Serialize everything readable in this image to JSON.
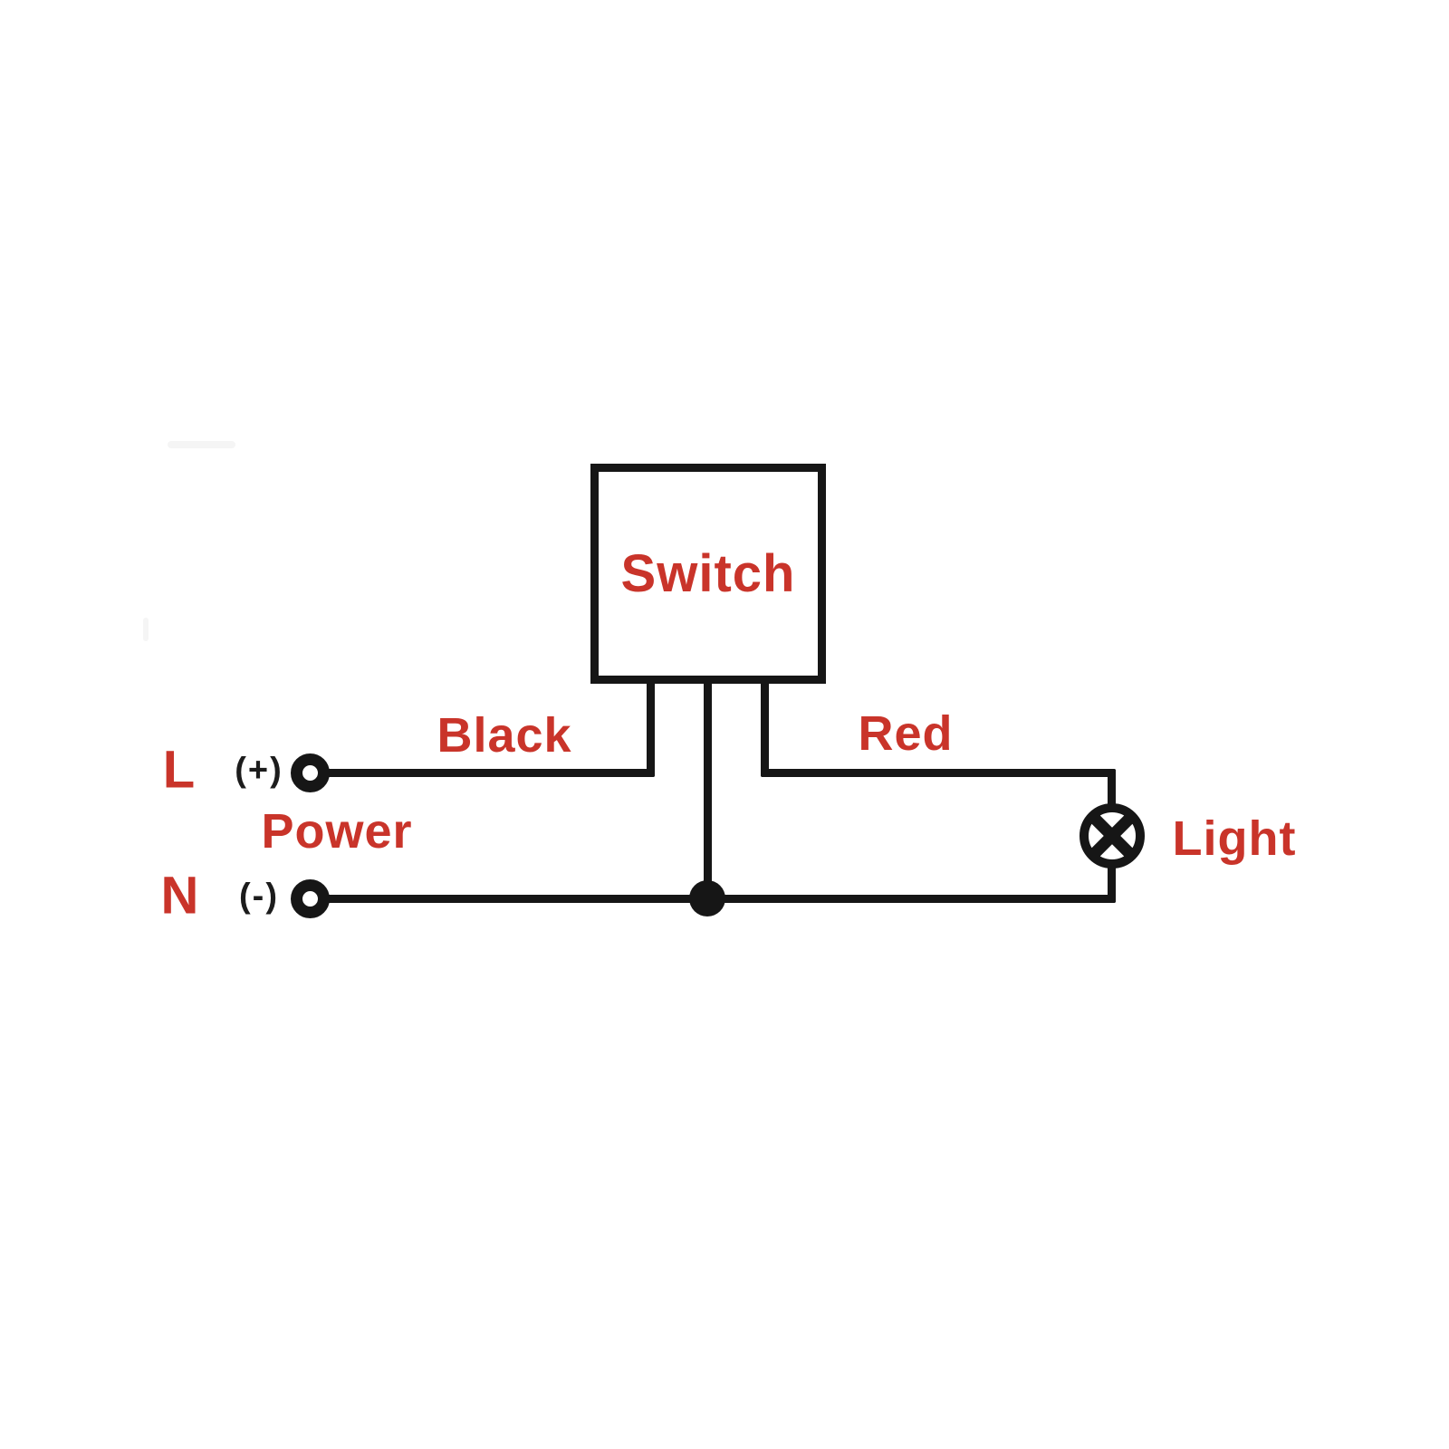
{
  "labels": {
    "switch": "Switch",
    "black_wire": "Black",
    "red_wire": "Red",
    "power": "Power",
    "light": "Light",
    "line_terminal": "L",
    "neutral_terminal": "N",
    "line_polarity": "(+)",
    "neutral_polarity": "(-)"
  },
  "colors": {
    "label_red": "#c9342a",
    "line_black": "#161616",
    "background": "#ffffff"
  }
}
